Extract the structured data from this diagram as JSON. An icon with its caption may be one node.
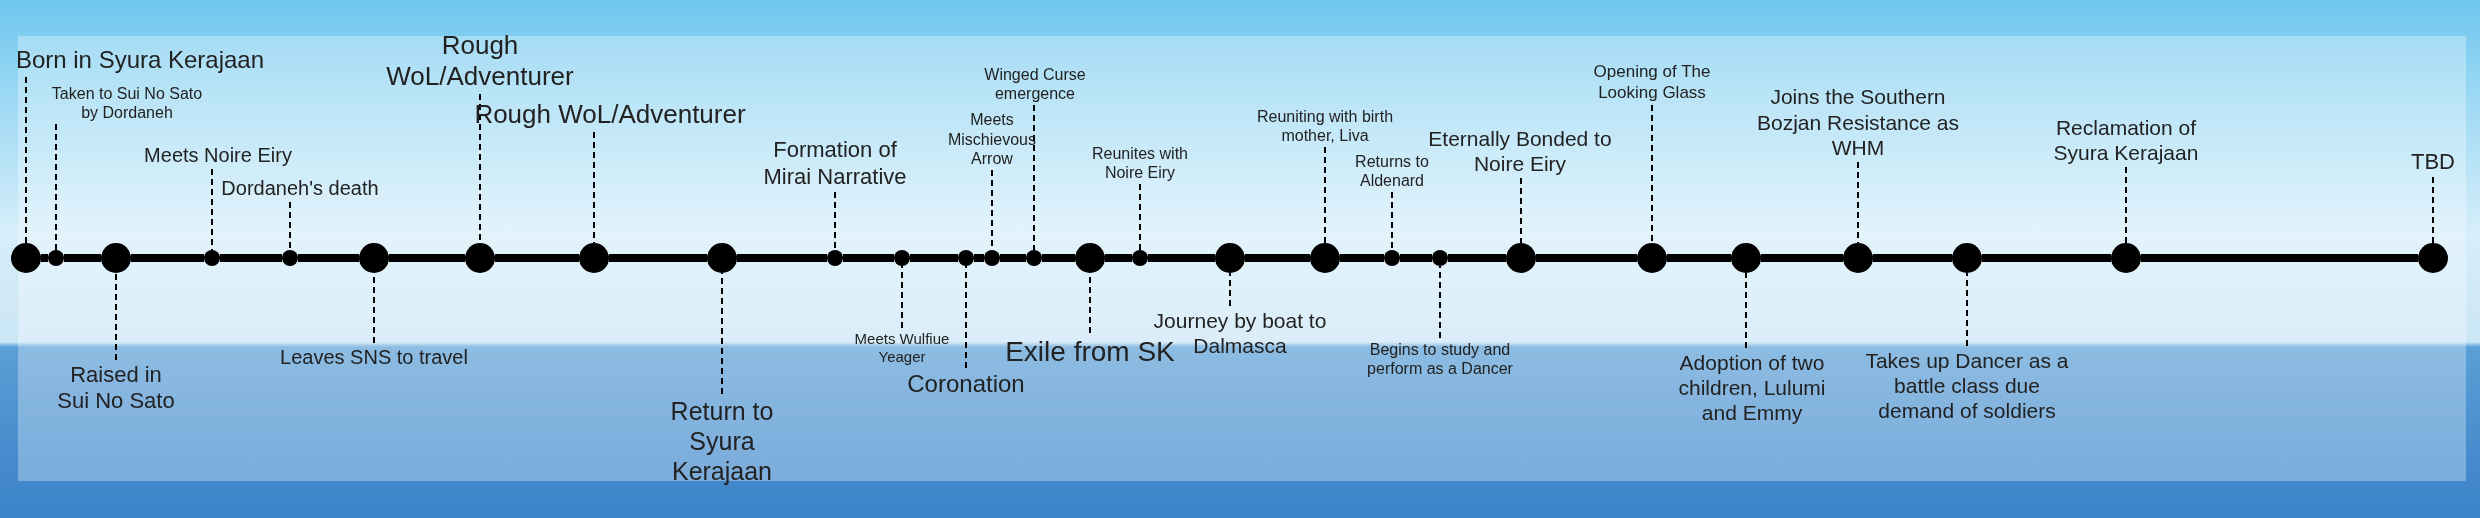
{
  "diagram": {
    "nodes": [
      {
        "text": [
          "Born in Syura Kerajaan"
        ]
      },
      {
        "text": [
          "Taken to Sui No Sato by Dordaneh"
        ]
      },
      {
        "text": [
          "Raised in Sui No Sato"
        ]
      },
      {
        "text": [
          "Meets Noire Eiry"
        ]
      },
      {
        "text": [
          "Dordaneh's death"
        ]
      },
      {
        "text": [
          "Leaves SNS to travel"
        ]
      },
      {
        "text": [
          "Rough WoL/Adventurer"
        ]
      },
      {
        "text": [
          "Rough WoL/Adventurer"
        ]
      },
      {
        "text": [
          "Return to Syura Kerajaan"
        ]
      },
      {
        "text": [
          "Formation of Mirai Narrative"
        ]
      },
      {
        "text": [
          "Meets Wulfiue Yeager"
        ]
      },
      {
        "text": [
          "Coronation"
        ]
      },
      {
        "text": [
          "Meets Mischievous Arrow"
        ]
      },
      {
        "text": [
          "Winged Curse emergence"
        ]
      },
      {
        "text": [
          "Exile from SK"
        ]
      },
      {
        "text": [
          "Reunites with Noire Eiry"
        ]
      },
      {
        "text": [
          "Journey by boat to Dalmasca"
        ]
      },
      {
        "text": [
          "Reuniting with birth mother, Liva"
        ]
      },
      {
        "text": [
          "Returns to Aldenard"
        ]
      },
      {
        "text": [
          "Begins to study and perform as a Dancer"
        ]
      },
      {
        "text": [
          "Eternally Bonded to Noire Eiry"
        ]
      },
      {
        "text": [
          "Opening of The Looking Glass"
        ]
      },
      {
        "text": [
          "Adoption of two children, Lulumi and Emmy"
        ]
      },
      {
        "text": [
          "Joins the Southern Bozjan Resistance as WHM"
        ]
      },
      {
        "text": [
          "Takes up Dancer as a battle class due demand of soldiers"
        ]
      },
      {
        "text": [
          "Reclamation of Syura Kerajaan"
        ]
      },
      {
        "text": [
          "TBD"
        ]
      },
      {
        "text": [],
        "shape": "circle"
      },
      {
        "text": [],
        "shape": "circle"
      },
      {
        "text": [],
        "shape": "circle"
      },
      {
        "text": [],
        "shape": "circle"
      },
      {
        "text": [],
        "shape": "circle"
      },
      {
        "text": [],
        "shape": "circle"
      },
      {
        "text": [],
        "shape": "circle"
      },
      {
        "text": [],
        "shape": "circle"
      },
      {
        "text": [],
        "shape": "circle"
      },
      {
        "text": [],
        "shape": "circle"
      },
      {
        "text": [],
        "shape": "circle"
      },
      {
        "text": [],
        "shape": "circle"
      },
      {
        "text": [],
        "shape": "circle"
      },
      {
        "text": [],
        "shape": "circle"
      },
      {
        "text": [],
        "shape": "circle"
      },
      {
        "text": [],
        "shape": "circle"
      },
      {
        "text": [],
        "shape": "circle"
      },
      {
        "text": [],
        "shape": "circle"
      },
      {
        "text": [],
        "shape": "circle"
      },
      {
        "text": [],
        "shape": "circle"
      },
      {
        "text": [],
        "shape": "circle"
      },
      {
        "text": [],
        "shape": "circle"
      },
      {
        "text": [],
        "shape": "circle"
      },
      {
        "text": [],
        "shape": "circle"
      },
      {
        "text": [],
        "shape": "circle"
      },
      {
        "text": [],
        "shape": "circle"
      },
      {
        "text": [],
        "shape": "circle"
      }
    ],
    "edges": [
      {
        "from": 0,
        "to": 27,
        "arrow": "none",
        "style": "dashed"
      },
      {
        "from": 1,
        "to": 28,
        "arrow": "none",
        "style": "dashed"
      },
      {
        "from": 2,
        "to": 29,
        "arrow": "none",
        "style": "dashed"
      },
      {
        "from": 3,
        "to": 30,
        "arrow": "none",
        "style": "dashed"
      },
      {
        "from": 4,
        "to": 31,
        "arrow": "none",
        "style": "dashed"
      },
      {
        "from": 5,
        "to": 32,
        "arrow": "none",
        "style": "dashed"
      },
      {
        "from": 6,
        "to": 33,
        "arrow": "none",
        "style": "dashed"
      },
      {
        "from": 7,
        "to": 34,
        "arrow": "none",
        "style": "dashed"
      },
      {
        "from": 8,
        "to": 35,
        "arrow": "none",
        "style": "dashed"
      },
      {
        "from": 9,
        "to": 36,
        "arrow": "none",
        "style": "dashed"
      },
      {
        "from": 10,
        "to": 37,
        "arrow": "none",
        "style": "dashed"
      },
      {
        "from": 11,
        "to": 38,
        "arrow": "none",
        "style": "dashed"
      },
      {
        "from": 12,
        "to": 39,
        "arrow": "none",
        "style": "dashed"
      },
      {
        "from": 13,
        "to": 40,
        "arrow": "none",
        "style": "dashed"
      },
      {
        "from": 14,
        "to": 41,
        "arrow": "none",
        "style": "dashed"
      },
      {
        "from": 15,
        "to": 42,
        "arrow": "none",
        "style": "dashed"
      },
      {
        "from": 16,
        "to": 43,
        "arrow": "none",
        "style": "dashed"
      },
      {
        "from": 17,
        "to": 44,
        "arrow": "none",
        "style": "dashed"
      },
      {
        "from": 18,
        "to": 45,
        "arrow": "none",
        "style": "dashed"
      },
      {
        "from": 19,
        "to": 46,
        "arrow": "none",
        "style": "dashed"
      },
      {
        "from": 20,
        "to": 47,
        "arrow": "none",
        "style": "dashed"
      },
      {
        "from": 21,
        "to": 48,
        "arrow": "none",
        "style": "dashed"
      },
      {
        "from": 22,
        "to": 49,
        "arrow": "none",
        "style": "dashed"
      },
      {
        "from": 23,
        "to": 50,
        "arrow": "none",
        "style": "dashed"
      },
      {
        "from": 24,
        "to": 51,
        "arrow": "none",
        "style": "dashed"
      },
      {
        "from": 25,
        "to": 52,
        "arrow": "none",
        "style": "dashed"
      },
      {
        "from": 26,
        "to": 53,
        "arrow": "none",
        "style": "dashed"
      },
      {
        "from": 27,
        "to": 28,
        "arrow": "none",
        "style": "thick"
      },
      {
        "from": 28,
        "to": 29,
        "arrow": "none",
        "style": "thick"
      },
      {
        "from": 29,
        "to": 30,
        "arrow": "none",
        "style": "thick"
      },
      {
        "from": 30,
        "to": 31,
        "arrow": "none",
        "style": "thick"
      },
      {
        "from": 31,
        "to": 32,
        "arrow": "none",
        "style": "thick"
      },
      {
        "from": 32,
        "to": 33,
        "arrow": "none",
        "style": "thick"
      },
      {
        "from": 33,
        "to": 34,
        "arrow": "none",
        "style": "thick"
      },
      {
        "from": 34,
        "to": 35,
        "arrow": "none",
        "style": "thick"
      },
      {
        "from": 35,
        "to": 36,
        "arrow": "none",
        "style": "thick"
      },
      {
        "from": 36,
        "to": 37,
        "arrow": "none",
        "style": "thick"
      },
      {
        "from": 37,
        "to": 38,
        "arrow": "none",
        "style": "thick"
      },
      {
        "from": 38,
        "to": 39,
        "arrow": "none",
        "style": "thick"
      },
      {
        "from": 39,
        "to": 40,
        "arrow": "none",
        "style": "thick"
      },
      {
        "from": 40,
        "to": 41,
        "arrow": "none",
        "style": "thick"
      },
      {
        "from": 41,
        "to": 42,
        "arrow": "none",
        "style": "thick"
      },
      {
        "from": 42,
        "to": 43,
        "arrow": "none",
        "style": "thick"
      },
      {
        "from": 43,
        "to": 44,
        "arrow": "none",
        "style": "thick"
      },
      {
        "from": 44,
        "to": 45,
        "arrow": "none",
        "style": "thick"
      },
      {
        "from": 45,
        "to": 46,
        "arrow": "none",
        "style": "thick"
      },
      {
        "from": 46,
        "to": 47,
        "arrow": "none",
        "style": "thick"
      },
      {
        "from": 47,
        "to": 48,
        "arrow": "none",
        "style": "thick"
      },
      {
        "from": 48,
        "to": 49,
        "arrow": "none",
        "style": "thick"
      },
      {
        "from": 49,
        "to": 50,
        "arrow": "none",
        "style": "thick"
      },
      {
        "from": 50,
        "to": 51,
        "arrow": "none",
        "style": "thick"
      },
      {
        "from": 51,
        "to": 52,
        "arrow": "none",
        "style": "thick"
      },
      {
        "from": 52,
        "to": 53,
        "arrow": "none",
        "style": "thick"
      }
    ]
  }
}
